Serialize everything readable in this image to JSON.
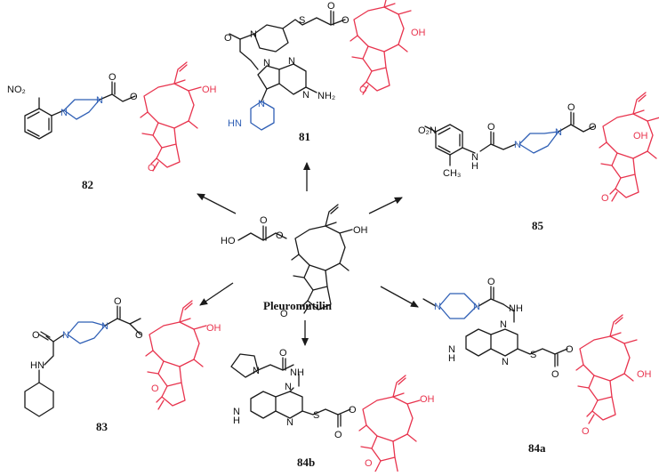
{
  "center_label": "Pleuromutilin",
  "compounds": [
    {
      "id": "81"
    },
    {
      "id": "82"
    },
    {
      "id": "85"
    },
    {
      "id": "83"
    },
    {
      "id": "84b"
    },
    {
      "id": "84a"
    }
  ],
  "atoms": {
    "oh": "OH",
    "ho": "HO",
    "o": "O",
    "n": "N",
    "hn": "HN",
    "nh": "NH",
    "h": "H",
    "s": "S",
    "nh2": "NH₂",
    "no2": "NO₂",
    "o2n": "O₂N",
    "ch3": "CH₃"
  },
  "colors": {
    "core": "#e8344e",
    "linker": "#2f5fb5",
    "ink": "#1a1a1a"
  }
}
